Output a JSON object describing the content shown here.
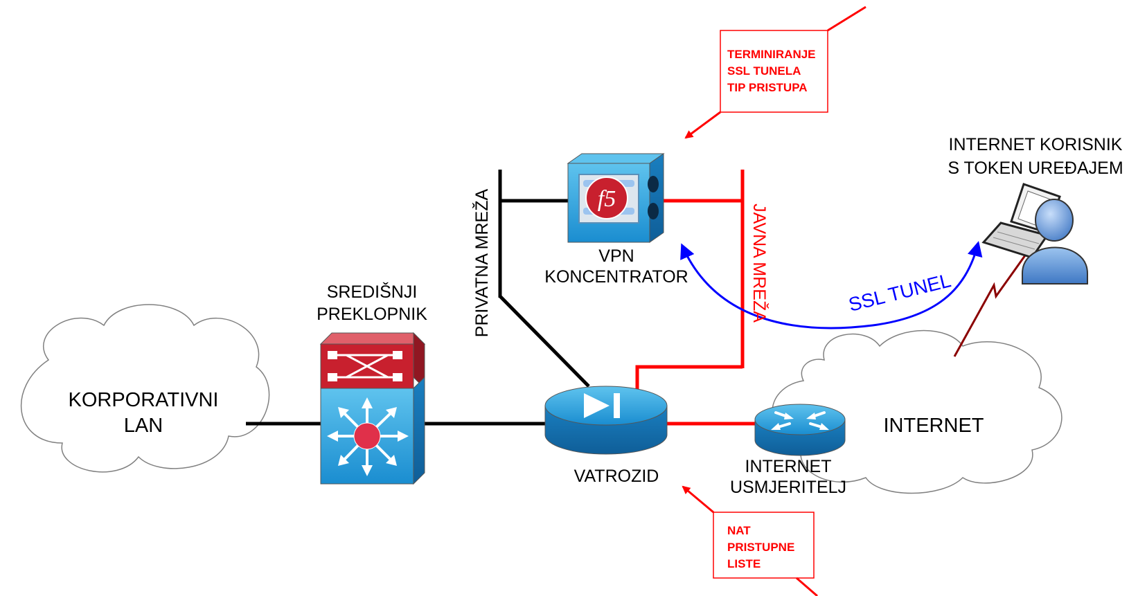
{
  "clouds": {
    "corporate_lan": [
      "KORPORATIVNI",
      "LAN"
    ],
    "internet": "INTERNET"
  },
  "devices": {
    "core_switch": [
      "SREDIŠNJI",
      "PREKLOPNIK"
    ],
    "vpn_concentrator": [
      "VPN",
      "KONCENTRATOR"
    ],
    "vpn_logo": "f5",
    "firewall": "VATROZID",
    "internet_router": [
      "INTERNET",
      "USMJERITELJ"
    ],
    "internet_user": [
      "INTERNET KORISNIK",
      "S TOKEN UREĐAJEM"
    ]
  },
  "networks": {
    "private": "PRIVATNA MREŽA",
    "public": "JAVNA MREŽA"
  },
  "tunnel": "SSL TUNEL",
  "notes": {
    "vpn": [
      "TERMINIRANJE",
      "SSL TUNELA",
      "TIP PRISTUPA"
    ],
    "firewall": [
      "NAT",
      "PRISTUPNE",
      "LISTE"
    ]
  },
  "colors": {
    "public_link": "#ff0000",
    "private_link": "#000000",
    "tunnel": "#0000ff",
    "device_blue": "#1b8ccf",
    "switch_red": "#c8202e",
    "note_border": "#ff0000"
  }
}
